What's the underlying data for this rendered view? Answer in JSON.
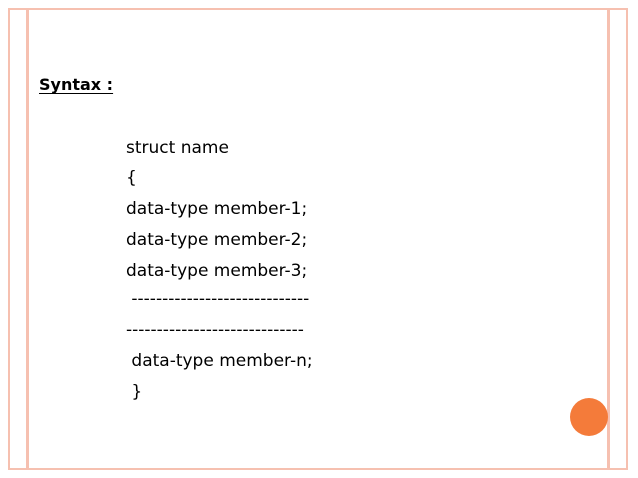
{
  "slide": {
    "heading": "Syntax :",
    "code_lines": [
      "struct name",
      "{",
      "data-type member-1;",
      "data-type member-2;",
      "data-type member-3;",
      " -----------------------------",
      "-----------------------------",
      " data-type member-n;",
      " }"
    ]
  },
  "colors": {
    "frame_border": "#f6c0b0",
    "accent_dot": "#f47b3a",
    "text": "#000000"
  }
}
